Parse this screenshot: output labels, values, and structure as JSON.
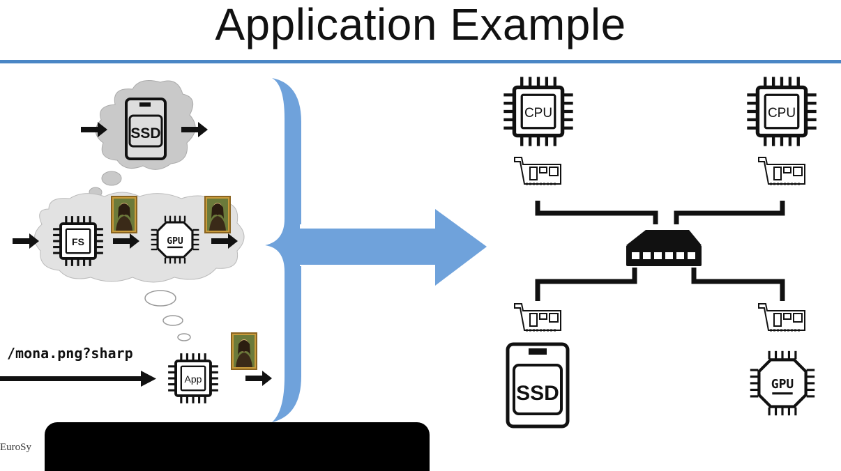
{
  "title": "Application Example",
  "labels": {
    "ssd": "SSD",
    "fs": "FS",
    "gpu": "GPU",
    "app": "App",
    "cpu": "CPU",
    "url": "/mona.png?sharp"
  },
  "footer": {
    "text": "EuroSy"
  },
  "colors": {
    "accent": "#4a86c5",
    "ink": "#111111",
    "cloud": "#c9c9c9"
  },
  "icons": [
    "ssd-icon",
    "fs-chip-icon",
    "gpu-chip-icon",
    "app-chip-icon",
    "cpu-chip-icon",
    "nic-card-icon",
    "network-switch-icon",
    "image-thumbnail-icon",
    "cloud-shape",
    "arrow-icon"
  ]
}
